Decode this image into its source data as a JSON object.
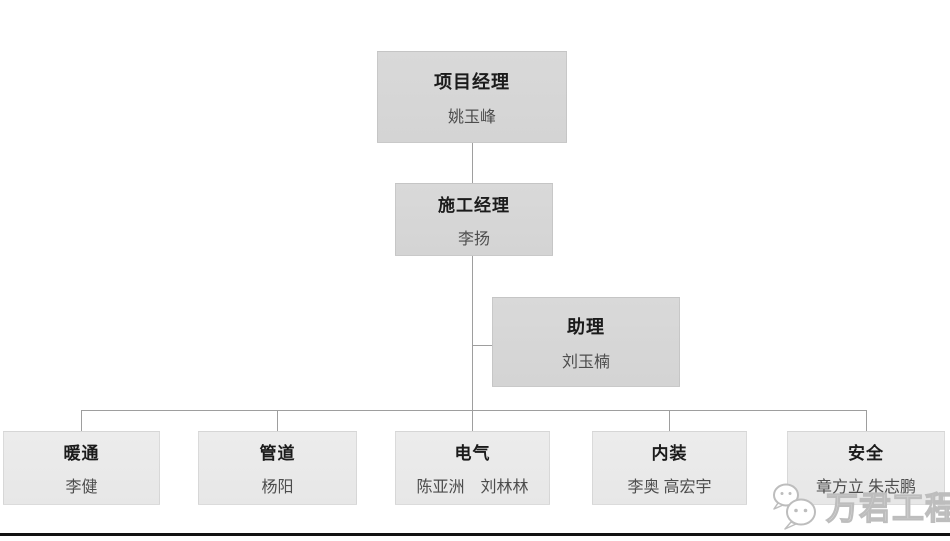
{
  "colors": {
    "background": "#ffffff",
    "node-fill-upper": "#d4d4d4",
    "node-fill-lower": "#e7e7e7",
    "connector": "#9e9e9e",
    "title-text": "#1b1b1b",
    "name-text": "#4d4d4d",
    "footer-bar": "#111111",
    "watermark": "#bdbdbd"
  },
  "org_chart": {
    "nodes": {
      "project_manager": {
        "title": "项目经理",
        "names": "姚玉峰"
      },
      "construction_manager": {
        "title": "施工经理",
        "names": "李扬"
      },
      "assistant": {
        "title": "助理",
        "names": "刘玉楠"
      },
      "hvac": {
        "title": "暖通",
        "names": "李健"
      },
      "piping": {
        "title": "管道",
        "names": "杨阳"
      },
      "electrical": {
        "title": "电气",
        "names": "陈亚洲　刘林林"
      },
      "interior": {
        "title": "内装",
        "names": "李奥 高宏宇"
      },
      "safety": {
        "title": "安全",
        "names": "章方立 朱志鹏"
      }
    }
  },
  "watermark": {
    "text": "万君工程",
    "icon": "wechat-chat-bubbles-icon"
  }
}
